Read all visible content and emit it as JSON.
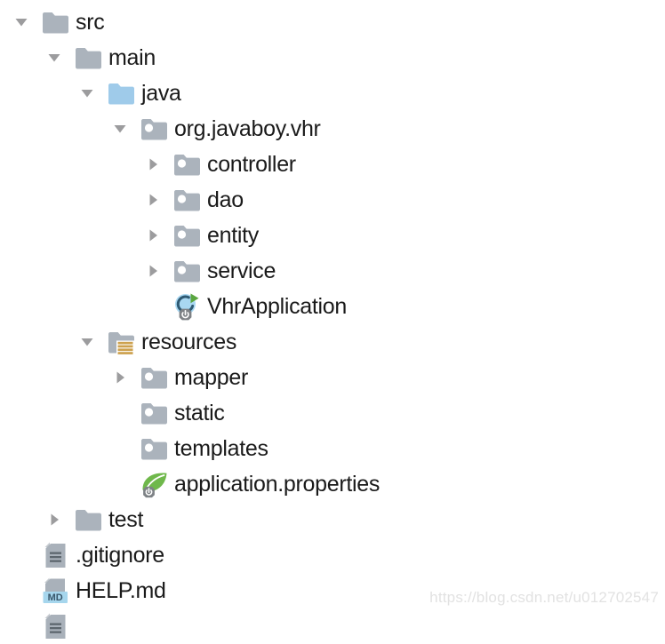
{
  "watermark": "https://blog.csdn.net/u012702547",
  "colors": {
    "text": "#1a1a1a",
    "folder_gray": "#ABB3BC",
    "folder_blue": "#9FCBEA",
    "package_dot": "#FFFFFF",
    "resource_bars": "#CDA14E",
    "arrow_gray": "#9C9C9E",
    "spring_green": "#6FB84B",
    "run_green": "#5AA63F",
    "boot_blue": "#A9D8F2",
    "boot_c": "#2F5A73",
    "gear_gray": "#7E8286",
    "md_badge_bg": "#A6D6ED",
    "md_badge_text": "#39576B",
    "file_gray": "#A9B1BA",
    "file_fold": "#C7CCD1",
    "file_lines": "#5D666E",
    "watermark_gray": "#E2E2E2"
  },
  "tree": {
    "items": [
      {
        "label": "src",
        "level": 0,
        "arrow": "down",
        "icon": "folder-gray"
      },
      {
        "label": "main",
        "level": 1,
        "arrow": "down",
        "icon": "folder-gray"
      },
      {
        "label": "java",
        "level": 2,
        "arrow": "down",
        "icon": "folder-blue"
      },
      {
        "label": "org.javaboy.vhr",
        "level": 3,
        "arrow": "down",
        "icon": "package"
      },
      {
        "label": "controller",
        "level": 4,
        "arrow": "right",
        "icon": "package"
      },
      {
        "label": "dao",
        "level": 4,
        "arrow": "right",
        "icon": "package"
      },
      {
        "label": "entity",
        "level": 4,
        "arrow": "right",
        "icon": "package"
      },
      {
        "label": "service",
        "level": 4,
        "arrow": "right",
        "icon": "package"
      },
      {
        "label": "VhrApplication",
        "level": 4,
        "arrow": "none",
        "icon": "spring-boot-class"
      },
      {
        "label": "resources",
        "level": 2,
        "arrow": "down",
        "icon": "folder-resources"
      },
      {
        "label": "mapper",
        "level": 3,
        "arrow": "right",
        "icon": "package"
      },
      {
        "label": "static",
        "level": 3,
        "arrow": "none",
        "icon": "package"
      },
      {
        "label": "templates",
        "level": 3,
        "arrow": "none",
        "icon": "package"
      },
      {
        "label": "application.properties",
        "level": 3,
        "arrow": "none",
        "icon": "spring-properties"
      },
      {
        "label": "test",
        "level": 1,
        "arrow": "right",
        "icon": "folder-gray"
      },
      {
        "label": ".gitignore",
        "level": 0,
        "arrow": "none",
        "icon": "text-file"
      },
      {
        "label": "HELP.md",
        "level": 0,
        "arrow": "none",
        "icon": "markdown-file",
        "badge": "MD"
      },
      {
        "label": "",
        "level": 0,
        "arrow": "none",
        "icon": "text-file"
      }
    ]
  }
}
